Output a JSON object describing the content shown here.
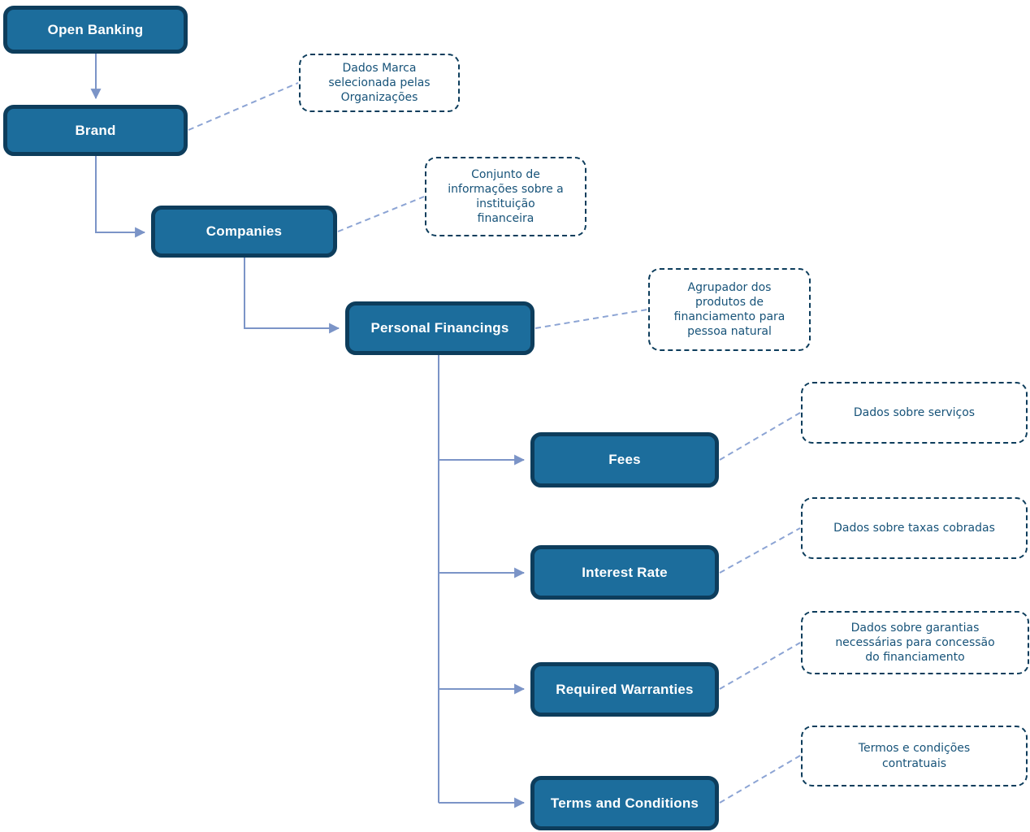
{
  "colors": {
    "background": "#ffffff",
    "node_fill": "#1c6d9c",
    "node_border": "#0d3d5c",
    "node_text": "#ffffff",
    "note_border": "#0d3d5c",
    "note_text": "#175379",
    "connector": "#7b94c7",
    "connector_dashed": "#8ca4d4"
  },
  "nodes": {
    "open_banking": {
      "label": "Open Banking"
    },
    "brand": {
      "label": "Brand",
      "note": "Dados Marca\nselecionada pelas\nOrganizações"
    },
    "companies": {
      "label": "Companies",
      "note": "Conjunto de\ninformações sobre a\ninstituição\nfinanceira"
    },
    "personal_financings": {
      "label": "Personal Financings",
      "note": "Agrupador dos\nprodutos de\nfinanciamento para\npessoa natural"
    },
    "fees": {
      "label": "Fees",
      "note": "Dados sobre serviços"
    },
    "interest_rate": {
      "label": "Interest Rate",
      "note": "Dados sobre taxas cobradas"
    },
    "required_warranties": {
      "label": "Required Warranties",
      "note": "Dados sobre garantias\nnecessárias para concessão\ndo financiamento"
    },
    "terms_and_conditions": {
      "label": "Terms and Conditions",
      "note": "Termos e condições\ncontratuais"
    }
  },
  "edges": [
    {
      "from": "Open Banking",
      "to": "Brand"
    },
    {
      "from": "Brand",
      "to": "Companies"
    },
    {
      "from": "Companies",
      "to": "Personal Financings"
    },
    {
      "from": "Personal Financings",
      "to": "Fees"
    },
    {
      "from": "Personal Financings",
      "to": "Interest Rate"
    },
    {
      "from": "Personal Financings",
      "to": "Required Warranties"
    },
    {
      "from": "Personal Financings",
      "to": "Terms and Conditions"
    }
  ]
}
